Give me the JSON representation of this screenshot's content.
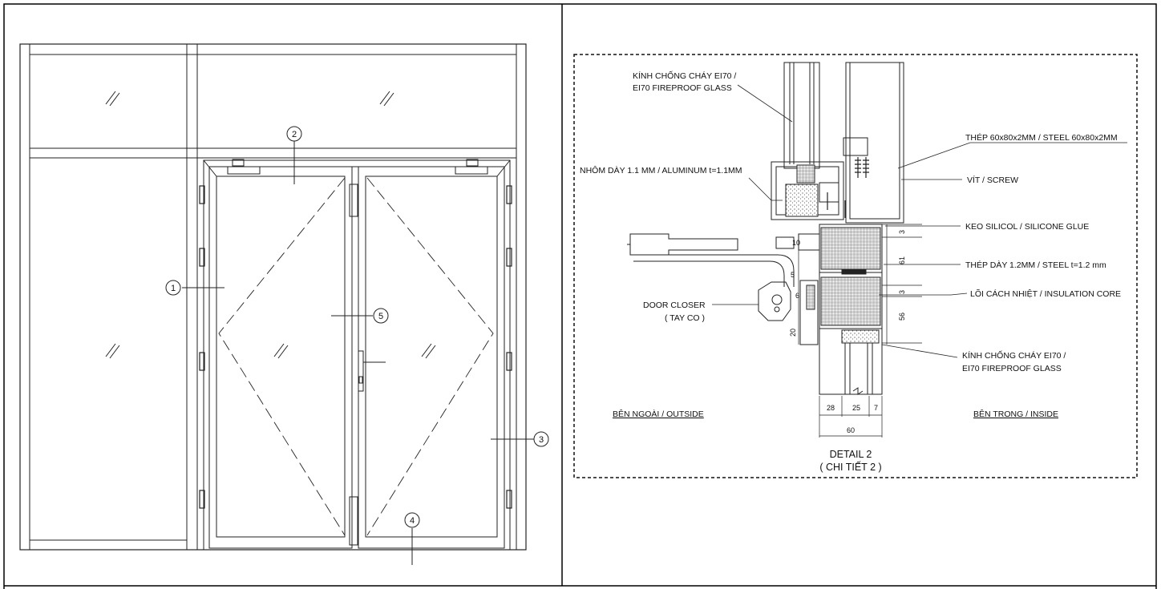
{
  "elevation": {
    "markers": [
      "1",
      "2",
      "3",
      "4",
      "5"
    ],
    "glass_marks": [
      "//",
      "//",
      "//",
      "//",
      "//"
    ]
  },
  "detail": {
    "labels": {
      "glass_top_1": "KÍNH CHỐNG CHÁY EI70 /",
      "glass_top_2": "EI70 FIREPROOF GLASS",
      "steel": "THÉP 60x80x2MM / STEEL 60x80x2MM",
      "aluminum": "NHÔM DÀY 1.1 MM /  ALUMINUM t=1.1MM",
      "screw": "VÍT / SCREW",
      "silicone": "KEO SILICOL / SILICONE GLUE",
      "steel_thin": "THÉP DÀY 1.2MM /  STEEL t=1.2 mm",
      "insulation": "LÕI CÁCH NHIỆT / INSULATION CORE",
      "closer_1": "DOOR CLOSER",
      "closer_2": "( TAY CO )",
      "glass_bottom_1": "KÍNH CHỐNG CHÁY EI70 /",
      "glass_bottom_2": "EI70 FIREPROOF GLASS",
      "outside": "BÊN NGOÀI / OUTSIDE",
      "inside": "BÊN TRONG / INSIDE",
      "title": "DETAIL 2",
      "subtitle": "( CHI TIẾT 2 )"
    },
    "dimensions": {
      "d3a": "3",
      "d61": "61",
      "d3b": "3",
      "d56": "56",
      "d28": "28",
      "d25": "25",
      "d7": "7",
      "d60": "60",
      "d10": "10",
      "d5": "5",
      "d20": "20",
      "d6": "6"
    }
  }
}
